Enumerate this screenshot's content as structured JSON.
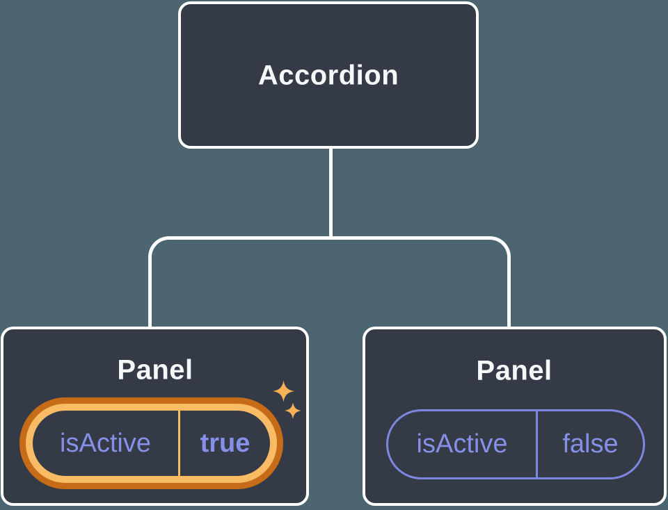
{
  "diagram": {
    "description": "React component tree showing an Accordion parent with two Panel children and their isActive state props",
    "root": {
      "label": "Accordion"
    },
    "children": [
      {
        "title": "Panel",
        "prop_name": "isActive",
        "prop_value": "true",
        "highlighted": true,
        "icon": "sparkles-icon"
      },
      {
        "title": "Panel",
        "prop_name": "isActive",
        "prop_value": "false",
        "highlighted": false
      }
    ]
  },
  "colors": {
    "background": "#4C6570",
    "node_fill": "#343A46",
    "node_border": "#FFFFFF",
    "connector": "#FFFFFF",
    "title_text": "#F6F7F9",
    "prop_text": "#8790E8",
    "prop_border": "#7E87E0",
    "highlight_ring_outer": "#C66B17",
    "highlight_ring_inner": "#FABB65",
    "sparkle": "#F7B055"
  }
}
